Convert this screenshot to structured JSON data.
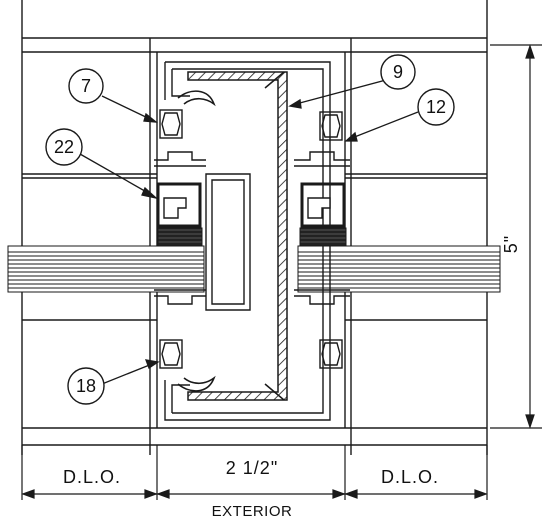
{
  "callouts": {
    "c7": "7",
    "c9": "9",
    "c12": "12",
    "c22": "22",
    "c18": "18"
  },
  "dimensions": {
    "height": "5\"",
    "width": "2 1/2\"",
    "left_dlo": "D.L.O.",
    "right_dlo": "D.L.O.",
    "exterior": "EXTERIOR"
  },
  "colors": {
    "line": "#1a1a1a",
    "paper": "#ffffff",
    "fill_dark": "#2a2a2a"
  }
}
